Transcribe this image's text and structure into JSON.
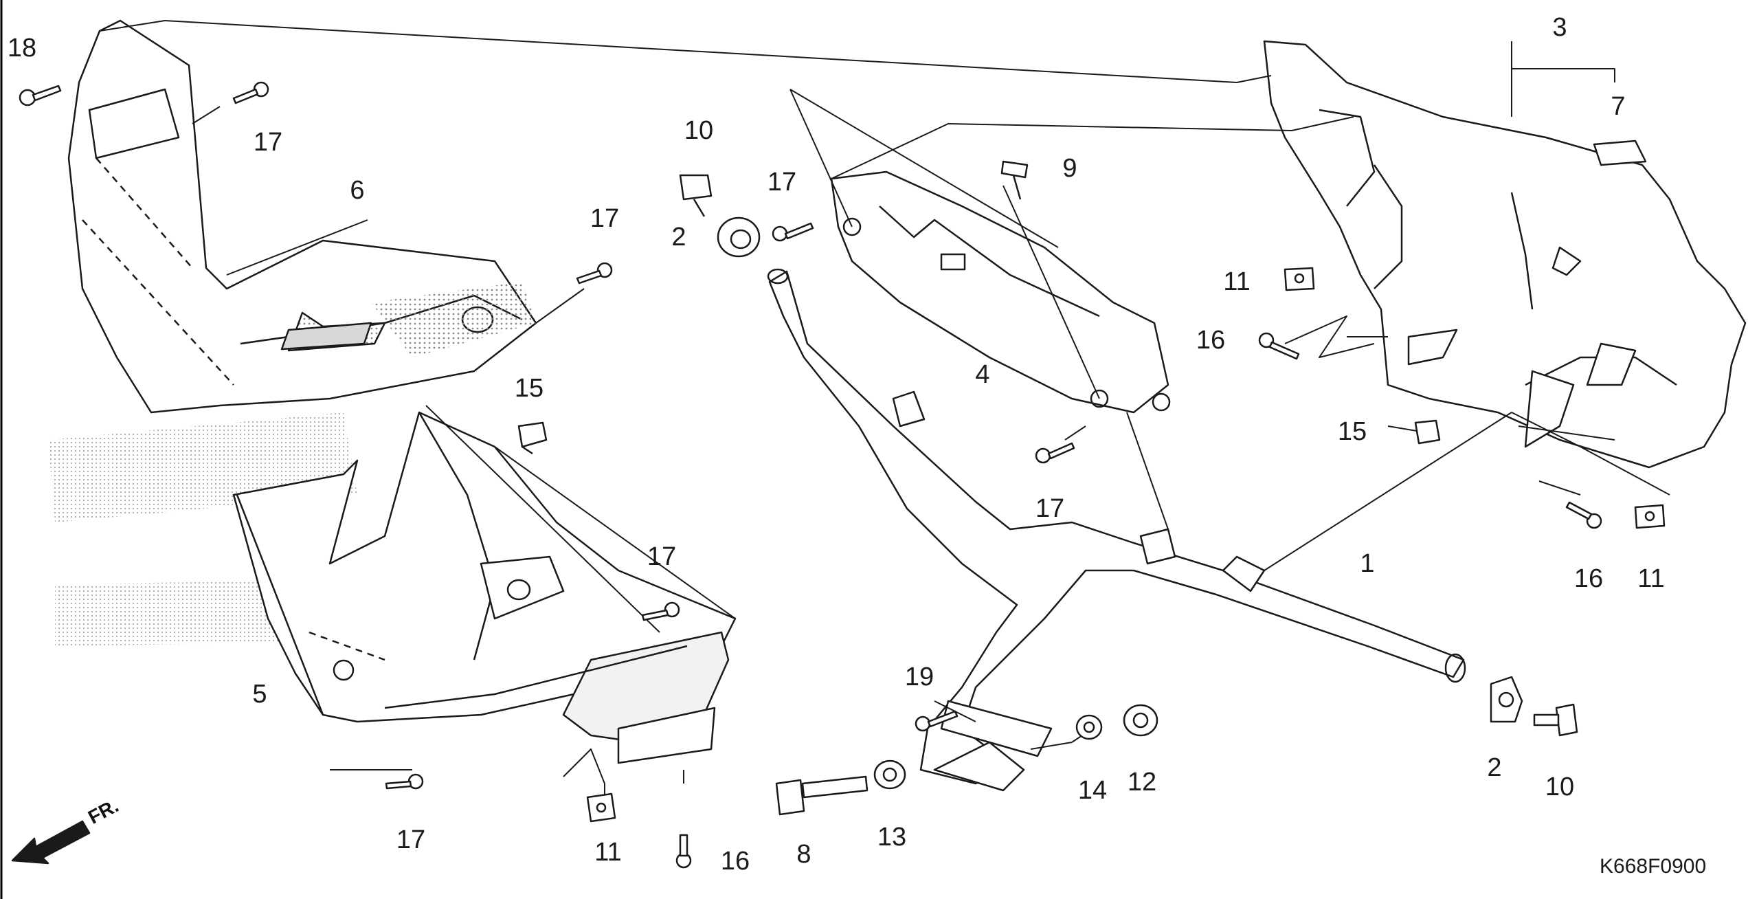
{
  "diagram": {
    "title_code": "K668F0900",
    "direction_label": "FR.",
    "colors": {
      "line": "#1a1a1a",
      "part_fill": "#ffffff",
      "stipple": "#8a8a8a",
      "watermark": "#9a9a9a"
    },
    "callouts": {
      "c18": "18",
      "c17a": "17",
      "c6": "6",
      "c17b": "17",
      "c15a": "15",
      "c10a": "10",
      "c17c": "17",
      "c2a": "2",
      "c9": "9",
      "c4": "4",
      "c17d": "17",
      "c3": "3",
      "c7": "7",
      "c11a": "11",
      "c16a": "16",
      "c15b": "15",
      "c16b": "16",
      "c11b": "11",
      "c17e": "17",
      "c5": "5",
      "c17f": "17",
      "c11c": "11",
      "c16c": "16",
      "c1": "1",
      "c19": "19",
      "c8": "8",
      "c13": "13",
      "c14": "14",
      "c12": "12",
      "c2b": "2",
      "c10b": "10"
    }
  }
}
